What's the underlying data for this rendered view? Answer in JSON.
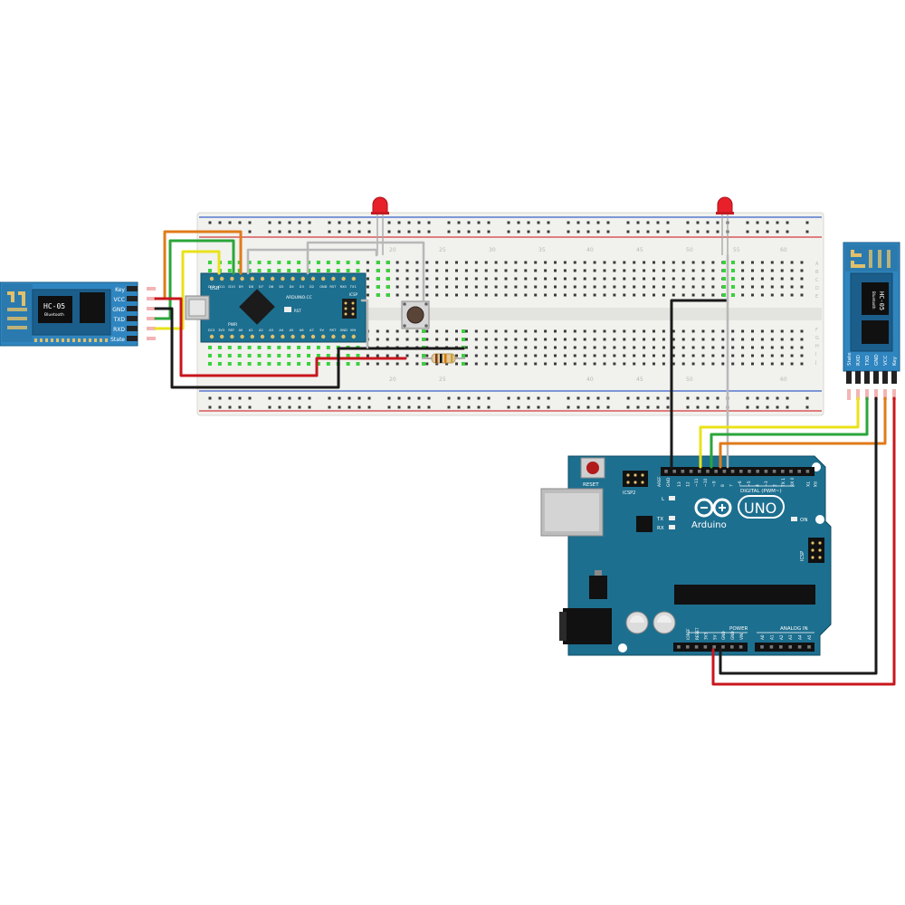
{
  "colors": {
    "board_blue": "#1d6f8f",
    "hc05_blue": "#2f85bf",
    "breadboard": "#f1f1ee",
    "wire_red": "#c8161d",
    "wire_black": "#1a1a1a",
    "wire_yellow": "#e9e21b",
    "wire_green": "#2aa63a",
    "wire_orange": "#e07b19",
    "wire_gray": "#b8b8b8",
    "led_red": "#e8202a"
  },
  "hc05_left": {
    "title": "HC-05",
    "subtitle": "Bluetooth",
    "pins": [
      "Key",
      "VCC",
      "GND",
      "TXD",
      "RXD",
      "State"
    ]
  },
  "hc05_right": {
    "title": "HC-05",
    "subtitle": "Bluetooth",
    "pins": [
      "State",
      "RXD",
      "TXD",
      "GND",
      "VCC",
      "Key"
    ]
  },
  "breadboard": {
    "col_labels": [
      "20",
      "25",
      "30",
      "35",
      "40",
      "45",
      "50",
      "55",
      "60"
    ],
    "row_labels": [
      "A",
      "B",
      "C",
      "D",
      "E",
      "F",
      "G",
      "H",
      "I",
      "J"
    ]
  },
  "nano": {
    "top_pins": [
      "D12",
      "D11",
      "D10",
      "D9",
      "D8",
      "D7",
      "D6",
      "D5",
      "D4",
      "D3",
      "D2",
      "GND",
      "RST",
      "RX0",
      "TX1"
    ],
    "bottom_pins": [
      "D13",
      "3V3",
      "REF",
      "A0",
      "A1",
      "A2",
      "A3",
      "A4",
      "A5",
      "A6",
      "A7",
      "5V",
      "RST",
      "GND",
      "VIN"
    ],
    "brand": "ARDUINO.CC",
    "usb_label": "USB",
    "rst_label": "RST",
    "icsp_label": "ICSP",
    "pwr_label": "PWR"
  },
  "uno": {
    "brand": "Arduino",
    "model": "UNO",
    "reset_label": "RESET",
    "icsp2_label": "ICSP2",
    "icsp_label": "ICSP",
    "digital_label": "DIGITAL (PWM~)",
    "aref_label": "AREF",
    "gnd_label": "GND",
    "digital_pins": [
      "13",
      "12",
      "~11",
      "~10",
      "~9",
      "8",
      "7",
      "~6",
      "~5",
      "4",
      "~3",
      "2",
      "TX 1",
      "RX 0"
    ],
    "l_label": "L",
    "tx_label": "TX",
    "rx_label": "RX",
    "on_label": "ON",
    "tx_side": "TX",
    "rx_side": "RX",
    "power_label": "POWER",
    "analog_label": "ANALOG IN",
    "power_pins": [
      "IOREF",
      "RESET",
      "3V3",
      "5V",
      "GND",
      "GND",
      "VIN"
    ],
    "analog_pins": [
      "A0",
      "A1",
      "A2",
      "A3",
      "A4",
      "A5"
    ]
  }
}
